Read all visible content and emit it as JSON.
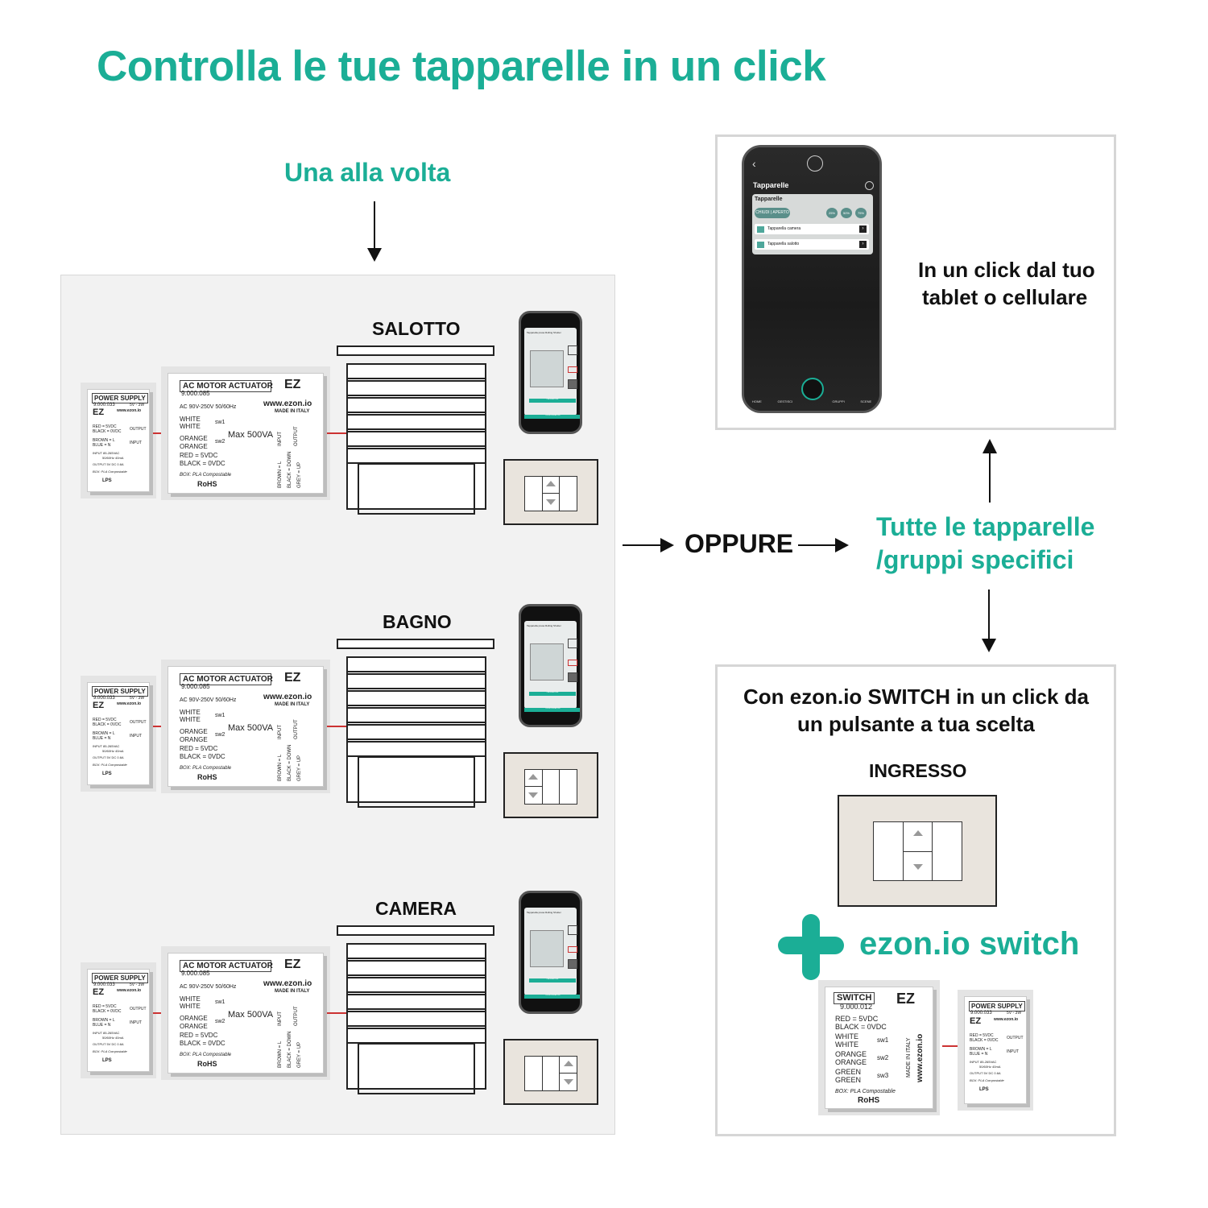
{
  "title": "Controlla le tue tapparelle in un click",
  "one_at_a_time": "Una alla volta",
  "rooms": [
    {
      "name": "SALOTTO"
    },
    {
      "name": "BAGNO"
    },
    {
      "name": "CAMERA"
    }
  ],
  "power_supply": {
    "header": "POWER SUPPLY",
    "code": "9.000.033",
    "rating": "5V - 3W",
    "url": "www.ezon.io",
    "red": "RED = 5VDC",
    "black": "BLACK = 0VDC",
    "output": "OUTPUT",
    "brown": "BROWN = L",
    "blue": "BLUE = N",
    "input": "INPUT",
    "input_spec": "INPUT 85-265VAC",
    "input_freq": "50/60Hz 40mA",
    "output_spec": "OUTPUT 5V DC 0.6A",
    "box": "BOX: PLA Compostable",
    "marks": "LPS"
  },
  "actuator": {
    "header": "AC MOTOR ACTUATOR",
    "code": "9.000.085",
    "ac": "AC 90V-250V  50/60Hz",
    "url": "www.ezon.io",
    "made": "MADE IN ITALY",
    "white1": "WHITE",
    "white2": "WHITE",
    "sw1": "sw1",
    "orange1": "ORANGE",
    "orange2": "ORANGE",
    "sw2": "sw2",
    "max": "Max 500VA",
    "red": "RED = 5VDC",
    "black": "BLACK = 0VDC",
    "box": "BOX: PLA Compostable",
    "rohs": "RoHS",
    "input": "INPUT",
    "output": "OUTPUT",
    "brown": "BROWN = L",
    "blackdown": "BLACK = DOWN",
    "grey": "GREY = UP"
  },
  "or_label": "OPPURE",
  "app_box": {
    "caption_line1": "In un click dal tuo",
    "caption_line2": "tablet o cellulare",
    "app_title": "Tapparelle",
    "card_title": "Tapparelle",
    "btn_close": "CHIUDI",
    "btn_open": "APERTO",
    "pct1": "25%",
    "pct2": "50%",
    "pct3": "75%",
    "item1": "Tapparella camera",
    "item2": "Tapparella salotto",
    "nav": [
      "HOME",
      "GESTISCI",
      "",
      "GRUPPI",
      "SCENE"
    ]
  },
  "all_blinds": {
    "line1": "Tutte le tapparelle",
    "line2": "/gruppi specifici"
  },
  "switch_box": {
    "caption_line1": "Con ezon.io SWITCH in un click da",
    "caption_line2": "un pulsante a tua scelta",
    "input_label": "INGRESSO",
    "plus_label": "ezon.io switch"
  },
  "switch_dev": {
    "header": "SWITCH",
    "code": "9.000.012",
    "red": "RED = 5VDC",
    "black": "BLACK = 0VDC",
    "white1": "WHITE",
    "white2": "WHITE",
    "sw1": "sw1",
    "orange1": "ORANGE",
    "orange2": "ORANGE",
    "sw2": "sw2",
    "green1": "GREEN",
    "green2": "GREEN",
    "sw3": "sw3",
    "made": "MADE IN ITALY",
    "url": "www.ezon.io",
    "box": "BOX: PLA Compostable",
    "rohs": "RoHS"
  },
  "small_phone": {
    "title": "Tapparella presa Rolling Shutter",
    "side": "REGOLA POSIZIONE",
    "cal": "CALIBRAZIONE",
    "list": "LISTA OPERAZIONI"
  },
  "colors": {
    "accent": "#1bae96",
    "wire": "#cc3333"
  }
}
